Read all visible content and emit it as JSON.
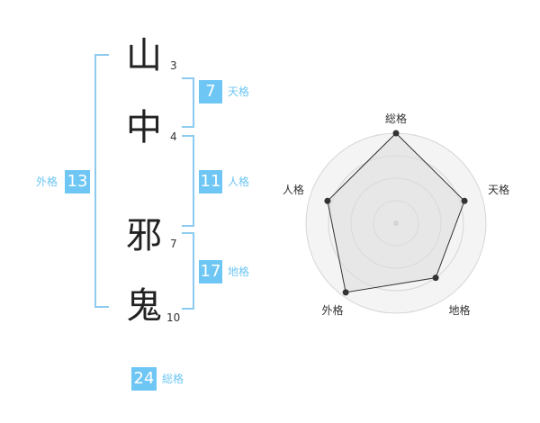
{
  "name": {
    "chars": [
      {
        "char": "山",
        "strokes": "3"
      },
      {
        "char": "中",
        "strokes": "4"
      },
      {
        "char": "邪",
        "strokes": "7"
      },
      {
        "char": "鬼",
        "strokes": "10"
      }
    ]
  },
  "kaku": {
    "tenkaku": {
      "value": "7",
      "label": "天格"
    },
    "jinkaku": {
      "value": "11",
      "label": "人格"
    },
    "chikaku": {
      "value": "17",
      "label": "地格"
    },
    "gaikaku": {
      "value": "13",
      "label": "外格"
    },
    "soukaku": {
      "value": "24",
      "label": "総格"
    }
  },
  "colors": {
    "accent": "#6ec6f4",
    "bracket": "#8ccaf0"
  },
  "chart_data": {
    "type": "radar",
    "axes": [
      "総格",
      "天格",
      "地格",
      "外格",
      "人格"
    ],
    "values": [
      1.0,
      0.8,
      0.75,
      0.95,
      0.8
    ],
    "rings": 4,
    "range": [
      0,
      1
    ]
  }
}
